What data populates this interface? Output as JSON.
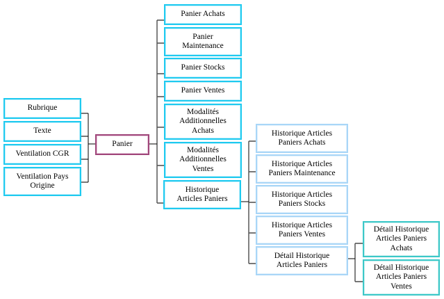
{
  "diagram": {
    "type": "hierarchy",
    "center": {
      "label": "Panier"
    },
    "parents": [
      {
        "label": "Rubrique"
      },
      {
        "label": "Texte"
      },
      {
        "label": "Ventilation CGR"
      },
      {
        "label": "Ventilation Pays Origine"
      }
    ],
    "children": [
      {
        "label": "Panier Achats"
      },
      {
        "label": "Panier Maintenance"
      },
      {
        "label": "Panier Stocks"
      },
      {
        "label": "Panier Ventes"
      },
      {
        "label": "Modalités Additionnelles Achats"
      },
      {
        "label": "Modalités Additionnelles Ventes"
      },
      {
        "label": "Historique Articles Paniers"
      }
    ],
    "historique_children": [
      {
        "label": "Historique Articles Paniers Achats"
      },
      {
        "label": "Historique Articles Paniers Maintenance"
      },
      {
        "label": "Historique Articles Paniers Stocks"
      },
      {
        "label": "Historique Articles Paniers Ventes"
      },
      {
        "label": "Détail Historique Articles Paniers"
      }
    ],
    "detail_children": [
      {
        "label": "Détail Historique Articles Paniers Achats"
      },
      {
        "label": "Détail Historique Articles Paniers Ventes"
      }
    ],
    "colors": {
      "level_cyan": "#1ecaf0",
      "level_light": "#a9d6f7",
      "level_teal": "#3cc8c8",
      "center": "#a0467a"
    }
  }
}
